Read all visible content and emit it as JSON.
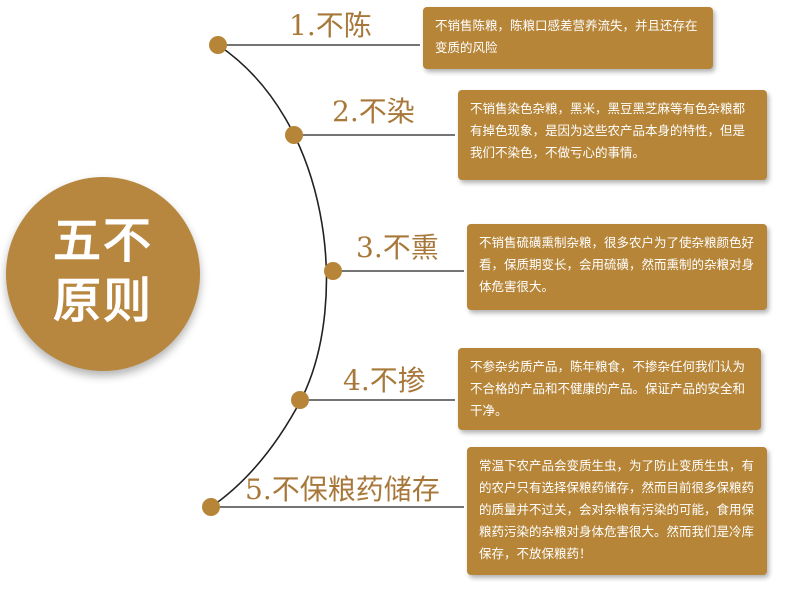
{
  "hub": {
    "line1": "五不",
    "line2": "原则"
  },
  "items": [
    {
      "title": "1.不陈",
      "desc": "不销售陈粮，陈粮口感差营养流失，并且还存在变质的风险"
    },
    {
      "title": "2.不染",
      "desc": "不销售染色杂粮，黑米，黑豆黑芝麻等有色杂粮都有掉色现象，是因为这些农产品本身的特性，但是我们不染色，不做亏心的事情。"
    },
    {
      "title": "3.不熏",
      "desc": "不销售硫磺熏制杂粮，很多农户为了使杂粮颜色好看，保质期变长，会用硫磺，然而熏制的杂粮对身体危害很大。"
    },
    {
      "title": "4.不掺",
      "desc": "不参杂劣质产品，陈年粮食，不掺杂任何我们认为不合格的产品和不健康的产品。保证产品的安全和干净。"
    },
    {
      "title": "5.不保粮药储存",
      "desc": "常温下农产品会变质生虫，为了防止变质生虫，有的农户只有选择保粮药储存，然而目前很多保粮药的质量并不过关，会对杂粮有污染的可能，食用保粮药污染的杂粮对身体危害很大。然而我们是冷库保存，不放保粮药！"
    }
  ],
  "colors": {
    "gold": "#b68538",
    "title": "#a8783a",
    "line": "#222222"
  }
}
